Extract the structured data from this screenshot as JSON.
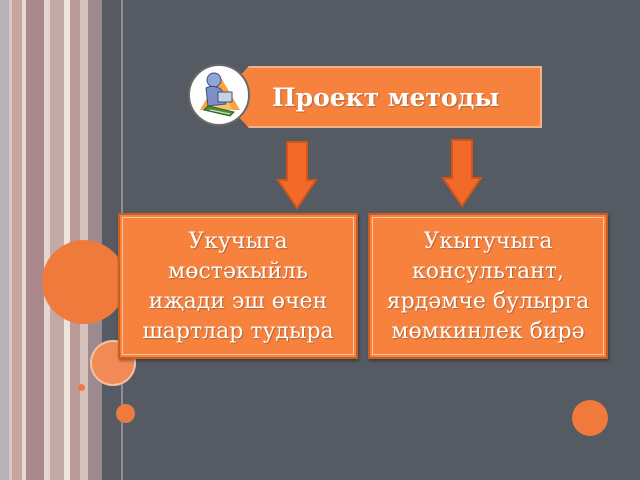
{
  "title": "Проект методы",
  "boxes": [
    {
      "lines": [
        "Укучыга",
        "мөстәкыйль",
        "иҗади эш өчен",
        "шартлар тудыра"
      ]
    },
    {
      "lines": [
        "Укытучыга",
        "консультант,",
        "ярдәмче булырга",
        "мөмкинлек бирә"
      ]
    }
  ],
  "colors": {
    "background": "#555a63",
    "accent": "#f6823e",
    "text": "#ffffff"
  },
  "icons": {
    "badge": "person-at-computer-icon",
    "arrows": "down-arrow-icon"
  }
}
